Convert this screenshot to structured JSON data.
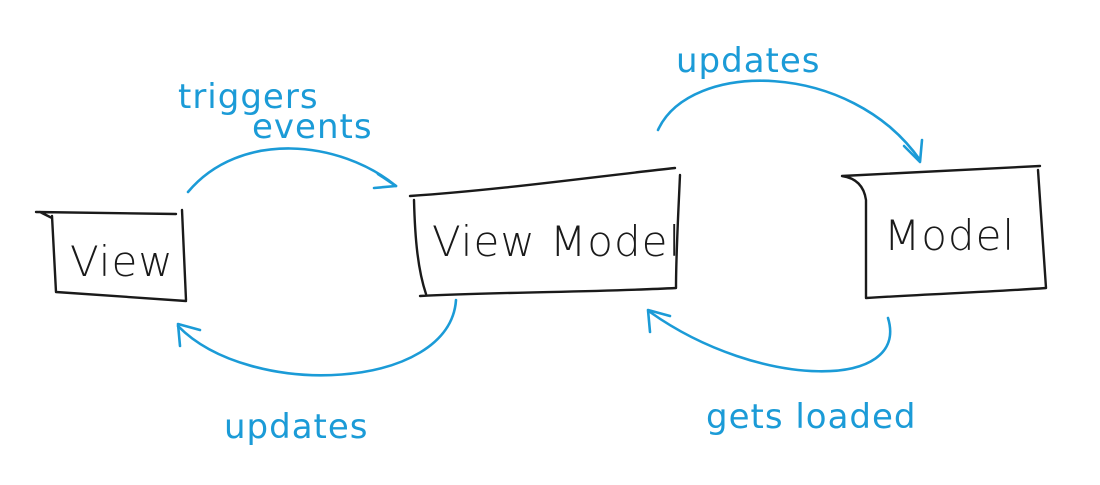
{
  "colors": {
    "ink": "#1a1a1a",
    "accent": "#1b9bd7",
    "background": "#ffffff"
  },
  "nodes": {
    "view": "View",
    "view_model": "View Model",
    "model": "Model"
  },
  "edges": {
    "view_to_viewmodel_line1": "triggers",
    "view_to_viewmodel_line2": "events",
    "viewmodel_to_view": "updates",
    "viewmodel_to_model": "updates",
    "model_to_viewmodel": "gets loaded"
  }
}
